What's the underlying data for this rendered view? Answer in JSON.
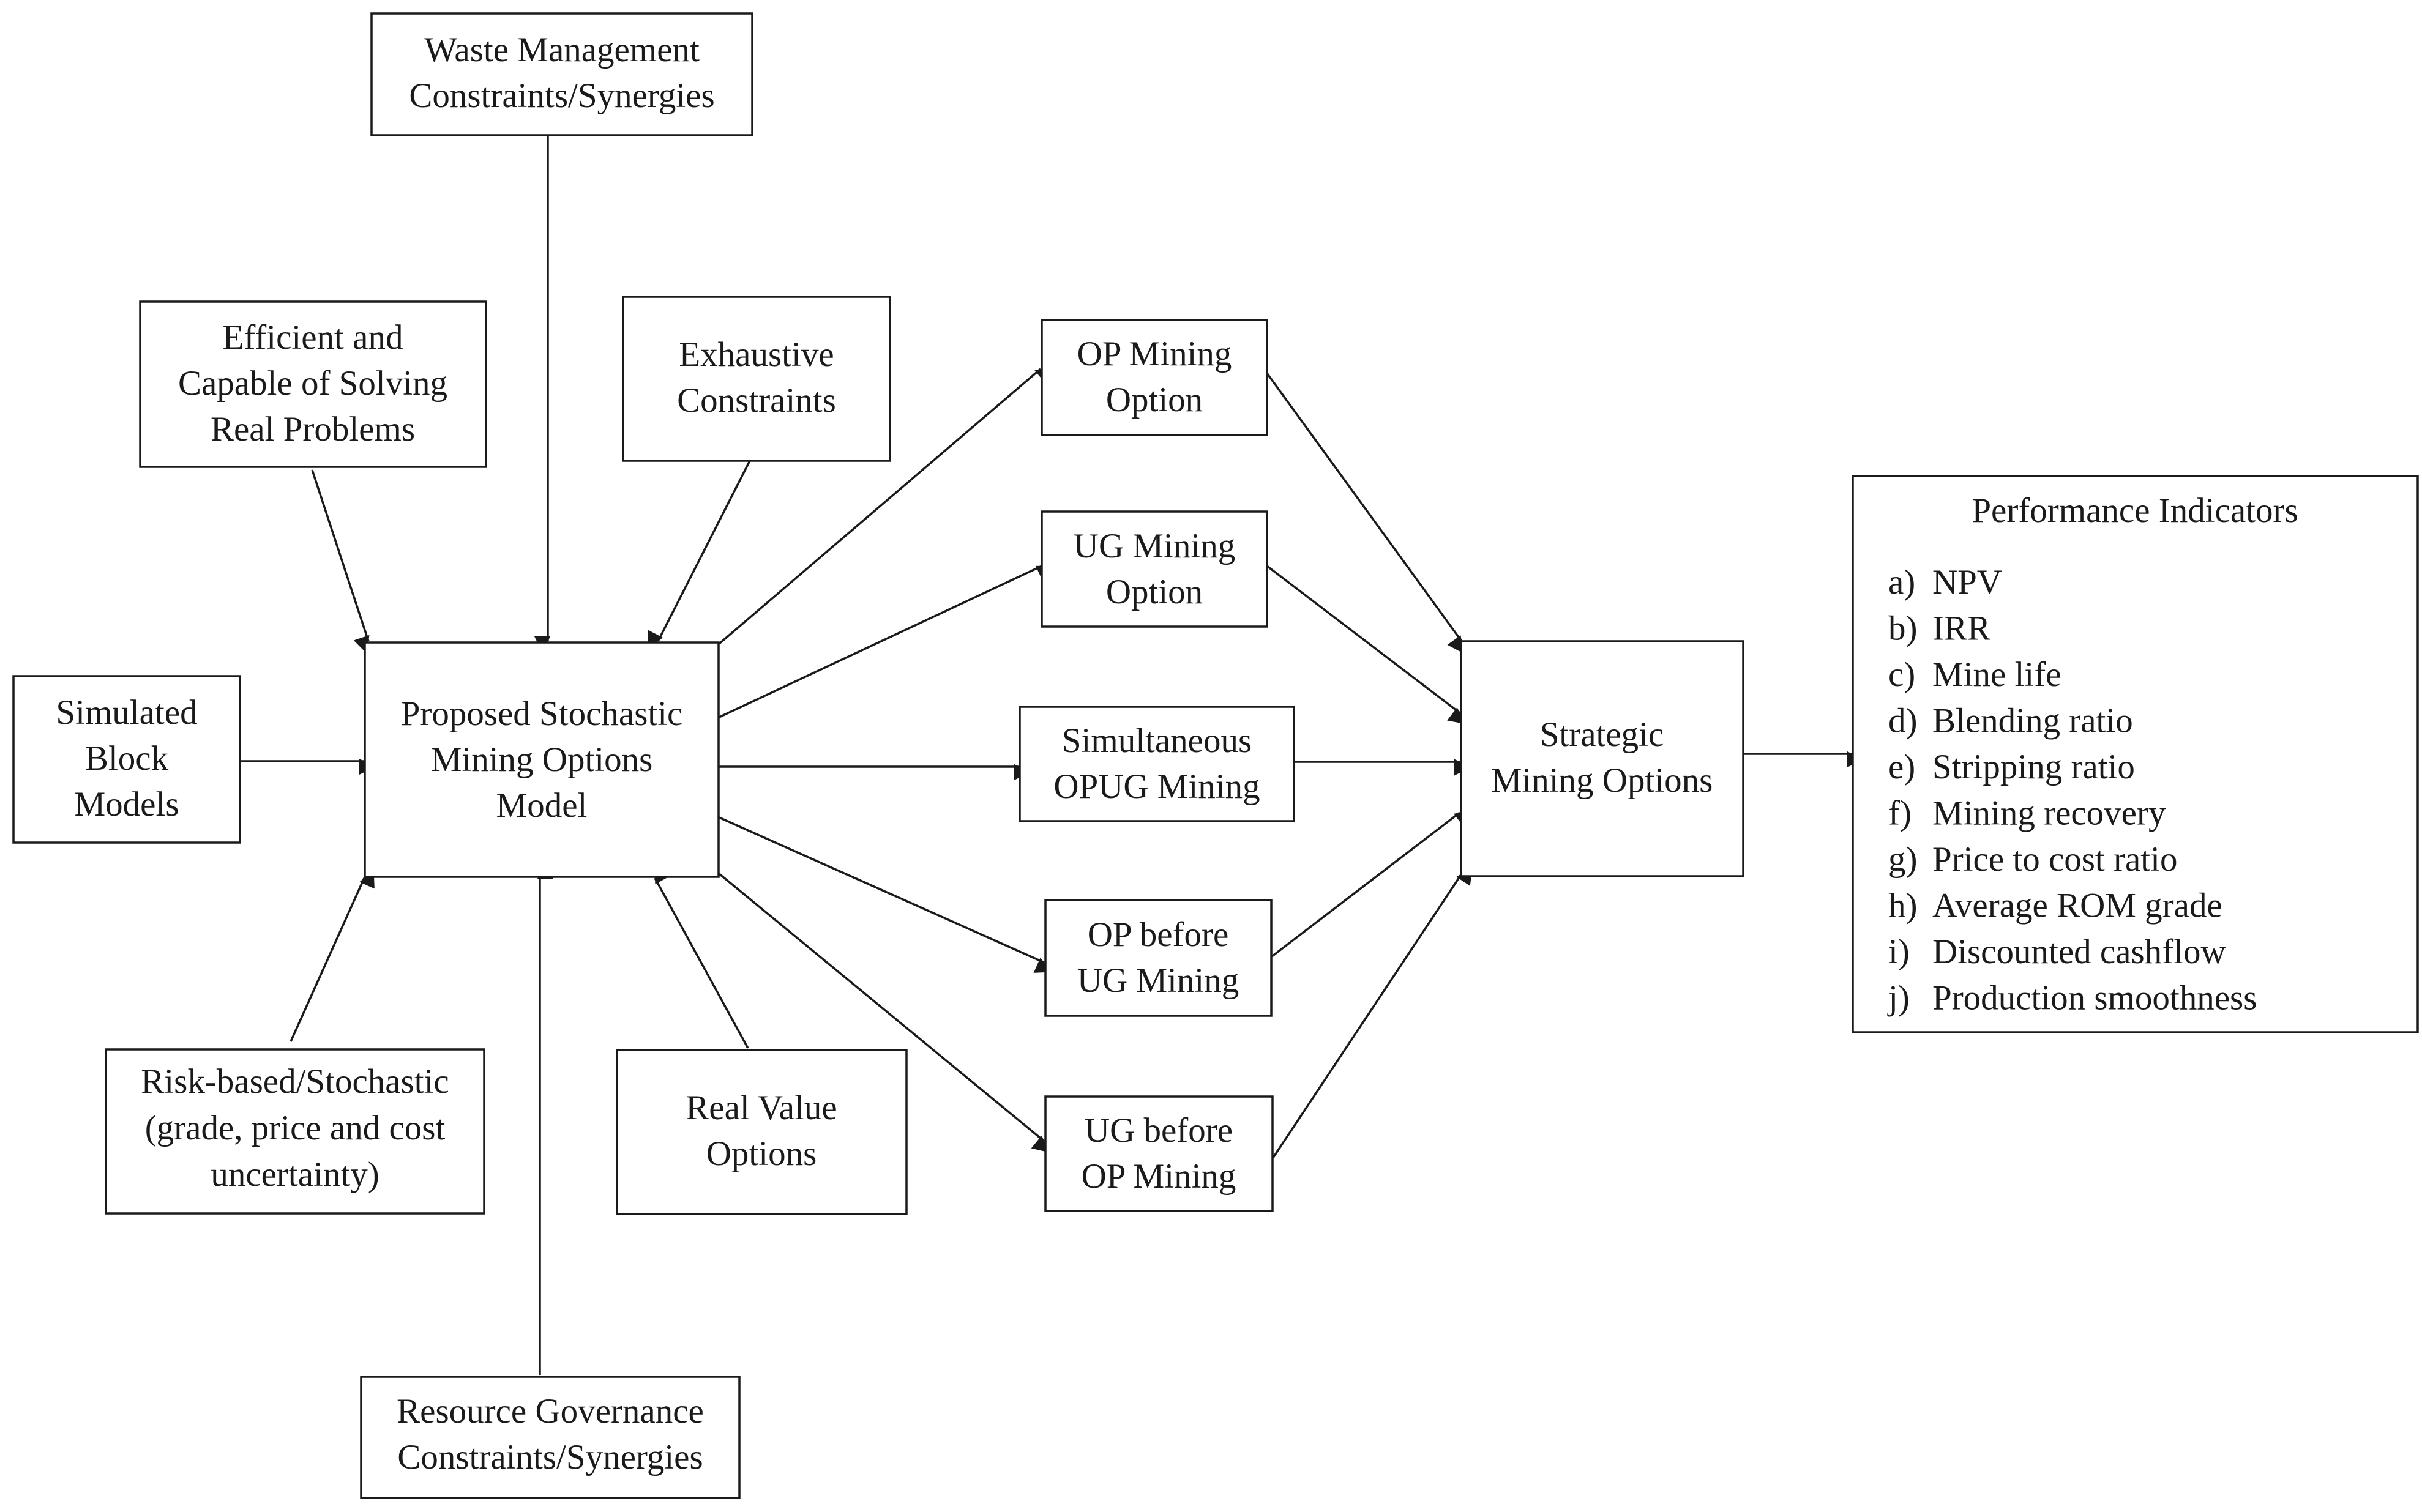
{
  "nodes": {
    "waste_management": {
      "lines": [
        "Waste Management",
        "Constraints/Synergies"
      ]
    },
    "efficient": {
      "lines": [
        "Efficient and",
        "Capable of Solving",
        "Real Problems"
      ]
    },
    "exhaustive": {
      "lines": [
        "Exhaustive",
        "Constraints"
      ]
    },
    "simulated": {
      "lines": [
        "Simulated",
        "Block",
        "Models"
      ]
    },
    "proposed": {
      "lines": [
        "Proposed Stochastic",
        "Mining Options",
        "Model"
      ]
    },
    "risk": {
      "lines": [
        "Risk-based/Stochastic",
        "(grade, price and cost",
        "uncertainty)"
      ]
    },
    "real_value": {
      "lines": [
        "Real Value",
        "Options"
      ]
    },
    "resource_gov": {
      "lines": [
        "Resource Governance",
        "Constraints/Synergies"
      ]
    },
    "op_mining": {
      "lines": [
        "OP Mining",
        "Option"
      ]
    },
    "ug_mining": {
      "lines": [
        "UG Mining",
        "Option"
      ]
    },
    "simultaneous": {
      "lines": [
        "Simultaneous",
        "OPUG Mining"
      ]
    },
    "op_before_ug": {
      "lines": [
        "OP before",
        "UG Mining"
      ]
    },
    "ug_before_op": {
      "lines": [
        "UG before",
        "OP Mining"
      ]
    },
    "strategic": {
      "lines": [
        "Strategic",
        "Mining Options"
      ]
    }
  },
  "performance": {
    "title": "Performance Indicators",
    "items": [
      {
        "letter": "a)",
        "text": "NPV"
      },
      {
        "letter": "b)",
        "text": "IRR"
      },
      {
        "letter": "c)",
        "text": "Mine life"
      },
      {
        "letter": "d)",
        "text": "Blending ratio"
      },
      {
        "letter": "e)",
        "text": "Stripping ratio"
      },
      {
        "letter": "f)",
        "text": "Mining recovery"
      },
      {
        "letter": "g)",
        "text": "Price to cost ratio"
      },
      {
        "letter": "h)",
        "text": "Average ROM grade"
      },
      {
        "letter": "i)",
        "text": "Discounted cashflow"
      },
      {
        "letter": "j)",
        "text": "Production smoothness"
      }
    ]
  },
  "edges": [
    [
      "waste_management",
      "proposed"
    ],
    [
      "efficient",
      "proposed"
    ],
    [
      "exhaustive",
      "proposed"
    ],
    [
      "simulated",
      "proposed"
    ],
    [
      "risk",
      "proposed"
    ],
    [
      "real_value",
      "proposed"
    ],
    [
      "resource_gov",
      "proposed"
    ],
    [
      "proposed",
      "op_mining"
    ],
    [
      "proposed",
      "ug_mining"
    ],
    [
      "proposed",
      "simultaneous"
    ],
    [
      "proposed",
      "op_before_ug"
    ],
    [
      "proposed",
      "ug_before_op"
    ],
    [
      "op_mining",
      "strategic"
    ],
    [
      "ug_mining",
      "strategic"
    ],
    [
      "simultaneous",
      "strategic"
    ],
    [
      "op_before_ug",
      "strategic"
    ],
    [
      "ug_before_op",
      "strategic"
    ],
    [
      "strategic",
      "performance"
    ]
  ]
}
